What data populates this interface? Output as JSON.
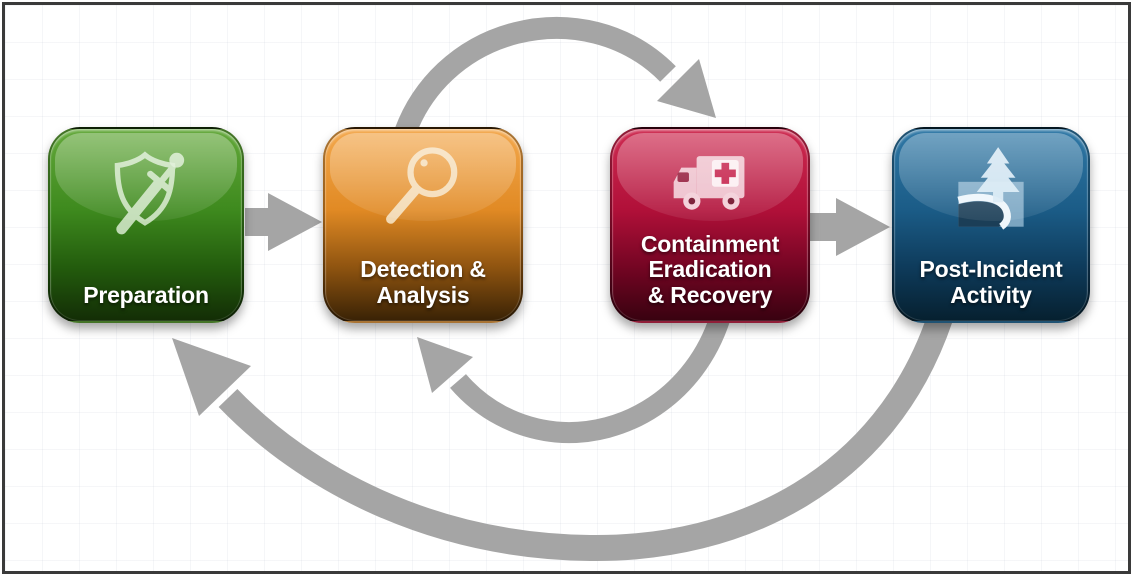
{
  "diagram": {
    "background_color": "#ffffff",
    "frame_border_color": "#3a3a3a",
    "arrow_color": "#a5a5a5"
  },
  "stages": [
    {
      "id": "preparation",
      "label": "Preparation",
      "lines": [
        "Preparation"
      ],
      "icon": "shield-sword-icon",
      "colors": {
        "top": "#63a83a",
        "mid": "#3e8a1e",
        "deep": "#235c0d",
        "bottom": "#132d06"
      }
    },
    {
      "id": "detection-analysis",
      "label": "Detection & Analysis",
      "lines": [
        "Detection &",
        "Analysis"
      ],
      "icon": "magnifier-icon",
      "colors": {
        "top": "#f3a84d",
        "mid": "#e18a24",
        "deep": "#8f5410",
        "bottom": "#392205"
      }
    },
    {
      "id": "containment-eradication-recovery",
      "label": "Containment Eradication & Recovery",
      "lines": [
        "Containment",
        "Eradication",
        "& Recovery"
      ],
      "icon": "ambulance-icon",
      "colors": {
        "top": "#ce2b51",
        "mid": "#b11039",
        "deep": "#740523",
        "bottom": "#380210"
      }
    },
    {
      "id": "post-incident-activity",
      "label": "Post-Incident Activity",
      "lines": [
        "Post-Incident",
        "Activity"
      ],
      "icon": "tree-path-icon",
      "colors": {
        "top": "#2f78a6",
        "mid": "#1b5c87",
        "deep": "#0e3b5b",
        "bottom": "#06202f"
      }
    }
  ],
  "connections": [
    {
      "from": "Preparation",
      "to": "Detection & Analysis",
      "style": "straight-arrow"
    },
    {
      "from": "Detection & Analysis",
      "to": "Containment Eradication & Recovery",
      "style": "arc-over-top"
    },
    {
      "from": "Containment Eradication & Recovery",
      "to": "Detection & Analysis",
      "style": "arc-under-bottom"
    },
    {
      "from": "Containment Eradication & Recovery",
      "to": "Post-Incident Activity",
      "style": "straight-arrow"
    },
    {
      "from": "Post-Incident Activity",
      "to": "Preparation",
      "style": "large-arc-under-bottom"
    }
  ]
}
